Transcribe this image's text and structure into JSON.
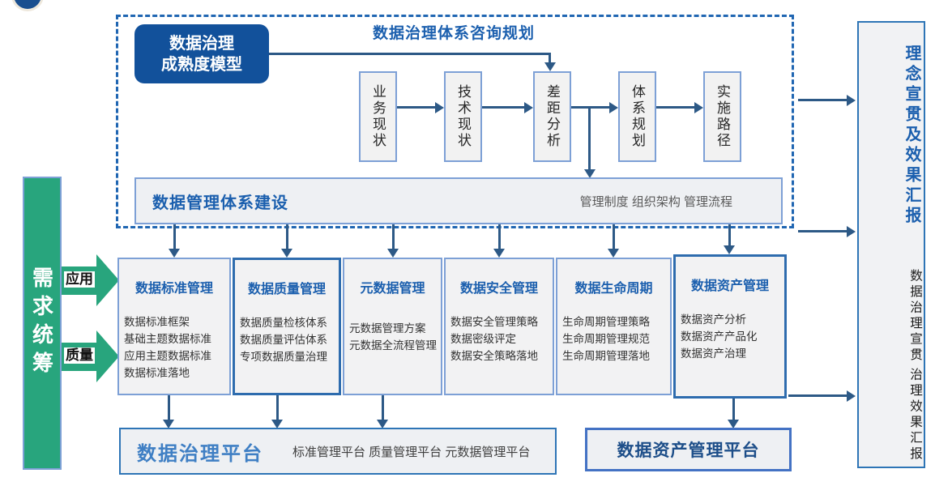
{
  "colors": {
    "arrow_navy": "#2d5986",
    "maturity_fill": "#12519b",
    "dashed_border": "#2066b2",
    "title_blue": "#1b5fae",
    "demand_green": "#28a57d",
    "platform_title_blue": "#3f7fc4"
  },
  "diagram": {
    "consulting": {
      "title": "数据治理体系咨询规划",
      "maturity_model": {
        "lines": [
          "数据治理",
          "成熟度模型"
        ]
      },
      "steps": [
        "业务现状",
        "技术现状",
        "差距分析",
        "体系规划",
        "实施路径"
      ],
      "management_bar": {
        "title": "数据管理体系建设",
        "detail": "管理制度 组织架构 管理流程"
      }
    },
    "demand": {
      "title": "需求统筹",
      "arrow_labels": [
        "应用",
        "质量"
      ]
    },
    "domains": [
      {
        "title": "数据标准管理",
        "items": [
          "数据标准框架",
          "基础主题数据标准",
          "应用主题数据标准",
          "数据标准落地"
        ]
      },
      {
        "title": "数据质量管理",
        "items": [
          "数据质量检核体系",
          "数据质量评估体系",
          "专项数据质量治理"
        ]
      },
      {
        "title": "元数据管理",
        "items": [
          "元数据管理方案",
          "元数据全流程管理"
        ]
      },
      {
        "title": "数据安全管理",
        "items": [
          "数据安全管理策略",
          "数据密级评定",
          "数据安全策略落地"
        ]
      },
      {
        "title": "数据生命周期",
        "items": [
          "生命周期管理策略",
          "生命周期管理规范",
          "生命周期管理落地"
        ]
      },
      {
        "title": "数据资产管理",
        "items": [
          "数据资产分析",
          "数据资产产品化",
          "数据资产治理"
        ]
      }
    ],
    "platforms": {
      "governance": {
        "title": "数据治理平台",
        "detail": "标准管理平台 质量管理平台 元数据管理平台"
      },
      "asset": {
        "title": "数据资产管理平台"
      }
    },
    "report": {
      "title": "理念宣贯及效果汇报",
      "items": [
        "数据治理宣贯",
        "治理效果汇报"
      ]
    }
  }
}
